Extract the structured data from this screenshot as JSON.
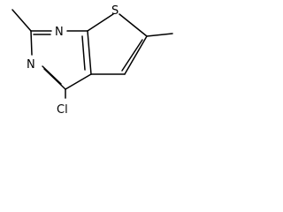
{
  "molecule": {
    "atoms": {
      "n1": "N",
      "n3": "N",
      "s": "S",
      "cl": "Cl"
    }
  }
}
